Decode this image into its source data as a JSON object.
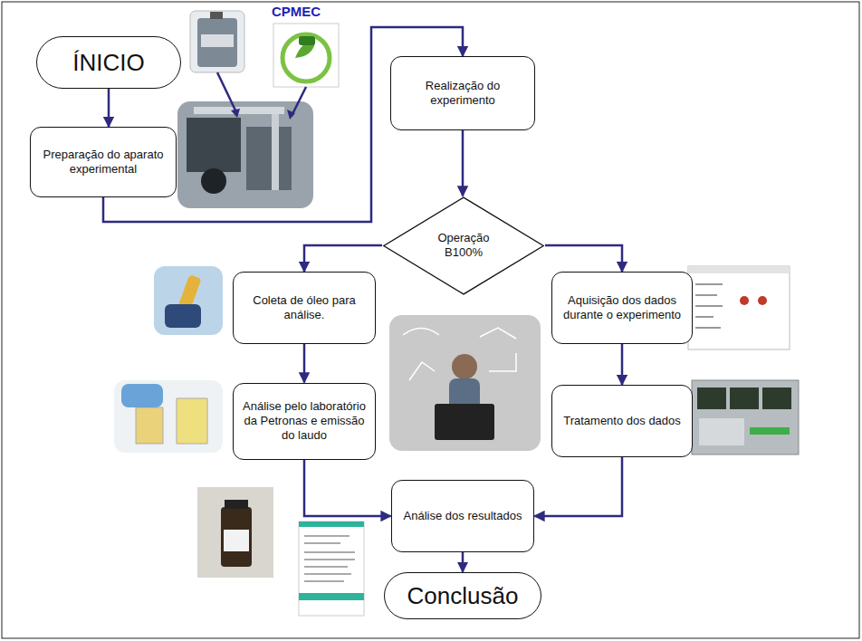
{
  "diagram": {
    "nodes": [
      {
        "text": [
          "ÍNICIO"
        ]
      },
      {
        "text": [
          "Preparação do aparato experimental"
        ]
      },
      {
        "text": [
          "Realização do experimento"
        ]
      },
      {
        "text": [
          "Operação B100%"
        ]
      },
      {
        "text": [
          "Coleta de óleo para análise."
        ]
      },
      {
        "text": [
          "Aquisição dos dados durante o experimento"
        ]
      },
      {
        "text": [
          "Análise pelo laboratório da Petronas e emissão do laudo"
        ]
      },
      {
        "text": [
          "Tratamento dos dados"
        ]
      },
      {
        "text": [
          "Análise dos resultados"
        ]
      },
      {
        "text": [
          "Conclusão"
        ]
      }
    ],
    "edges": [
      {
        "from": 0,
        "to": 1,
        "arrow": "to"
      },
      {
        "from": 1,
        "to": 2,
        "arrow": "to"
      },
      {
        "from": 2,
        "to": 3,
        "arrow": "to"
      },
      {
        "from": 3,
        "to": 4,
        "arrow": "to"
      },
      {
        "from": 3,
        "to": 5,
        "arrow": "to"
      },
      {
        "from": 4,
        "to": 6,
        "arrow": "to"
      },
      {
        "from": 5,
        "to": 7,
        "arrow": "to"
      },
      {
        "from": 6,
        "to": 8,
        "arrow": "to"
      },
      {
        "from": 7,
        "to": 8,
        "arrow": "to"
      },
      {
        "from": 8,
        "to": 9,
        "arrow": "to"
      }
    ],
    "labels": [
      "CPMEC"
    ]
  }
}
